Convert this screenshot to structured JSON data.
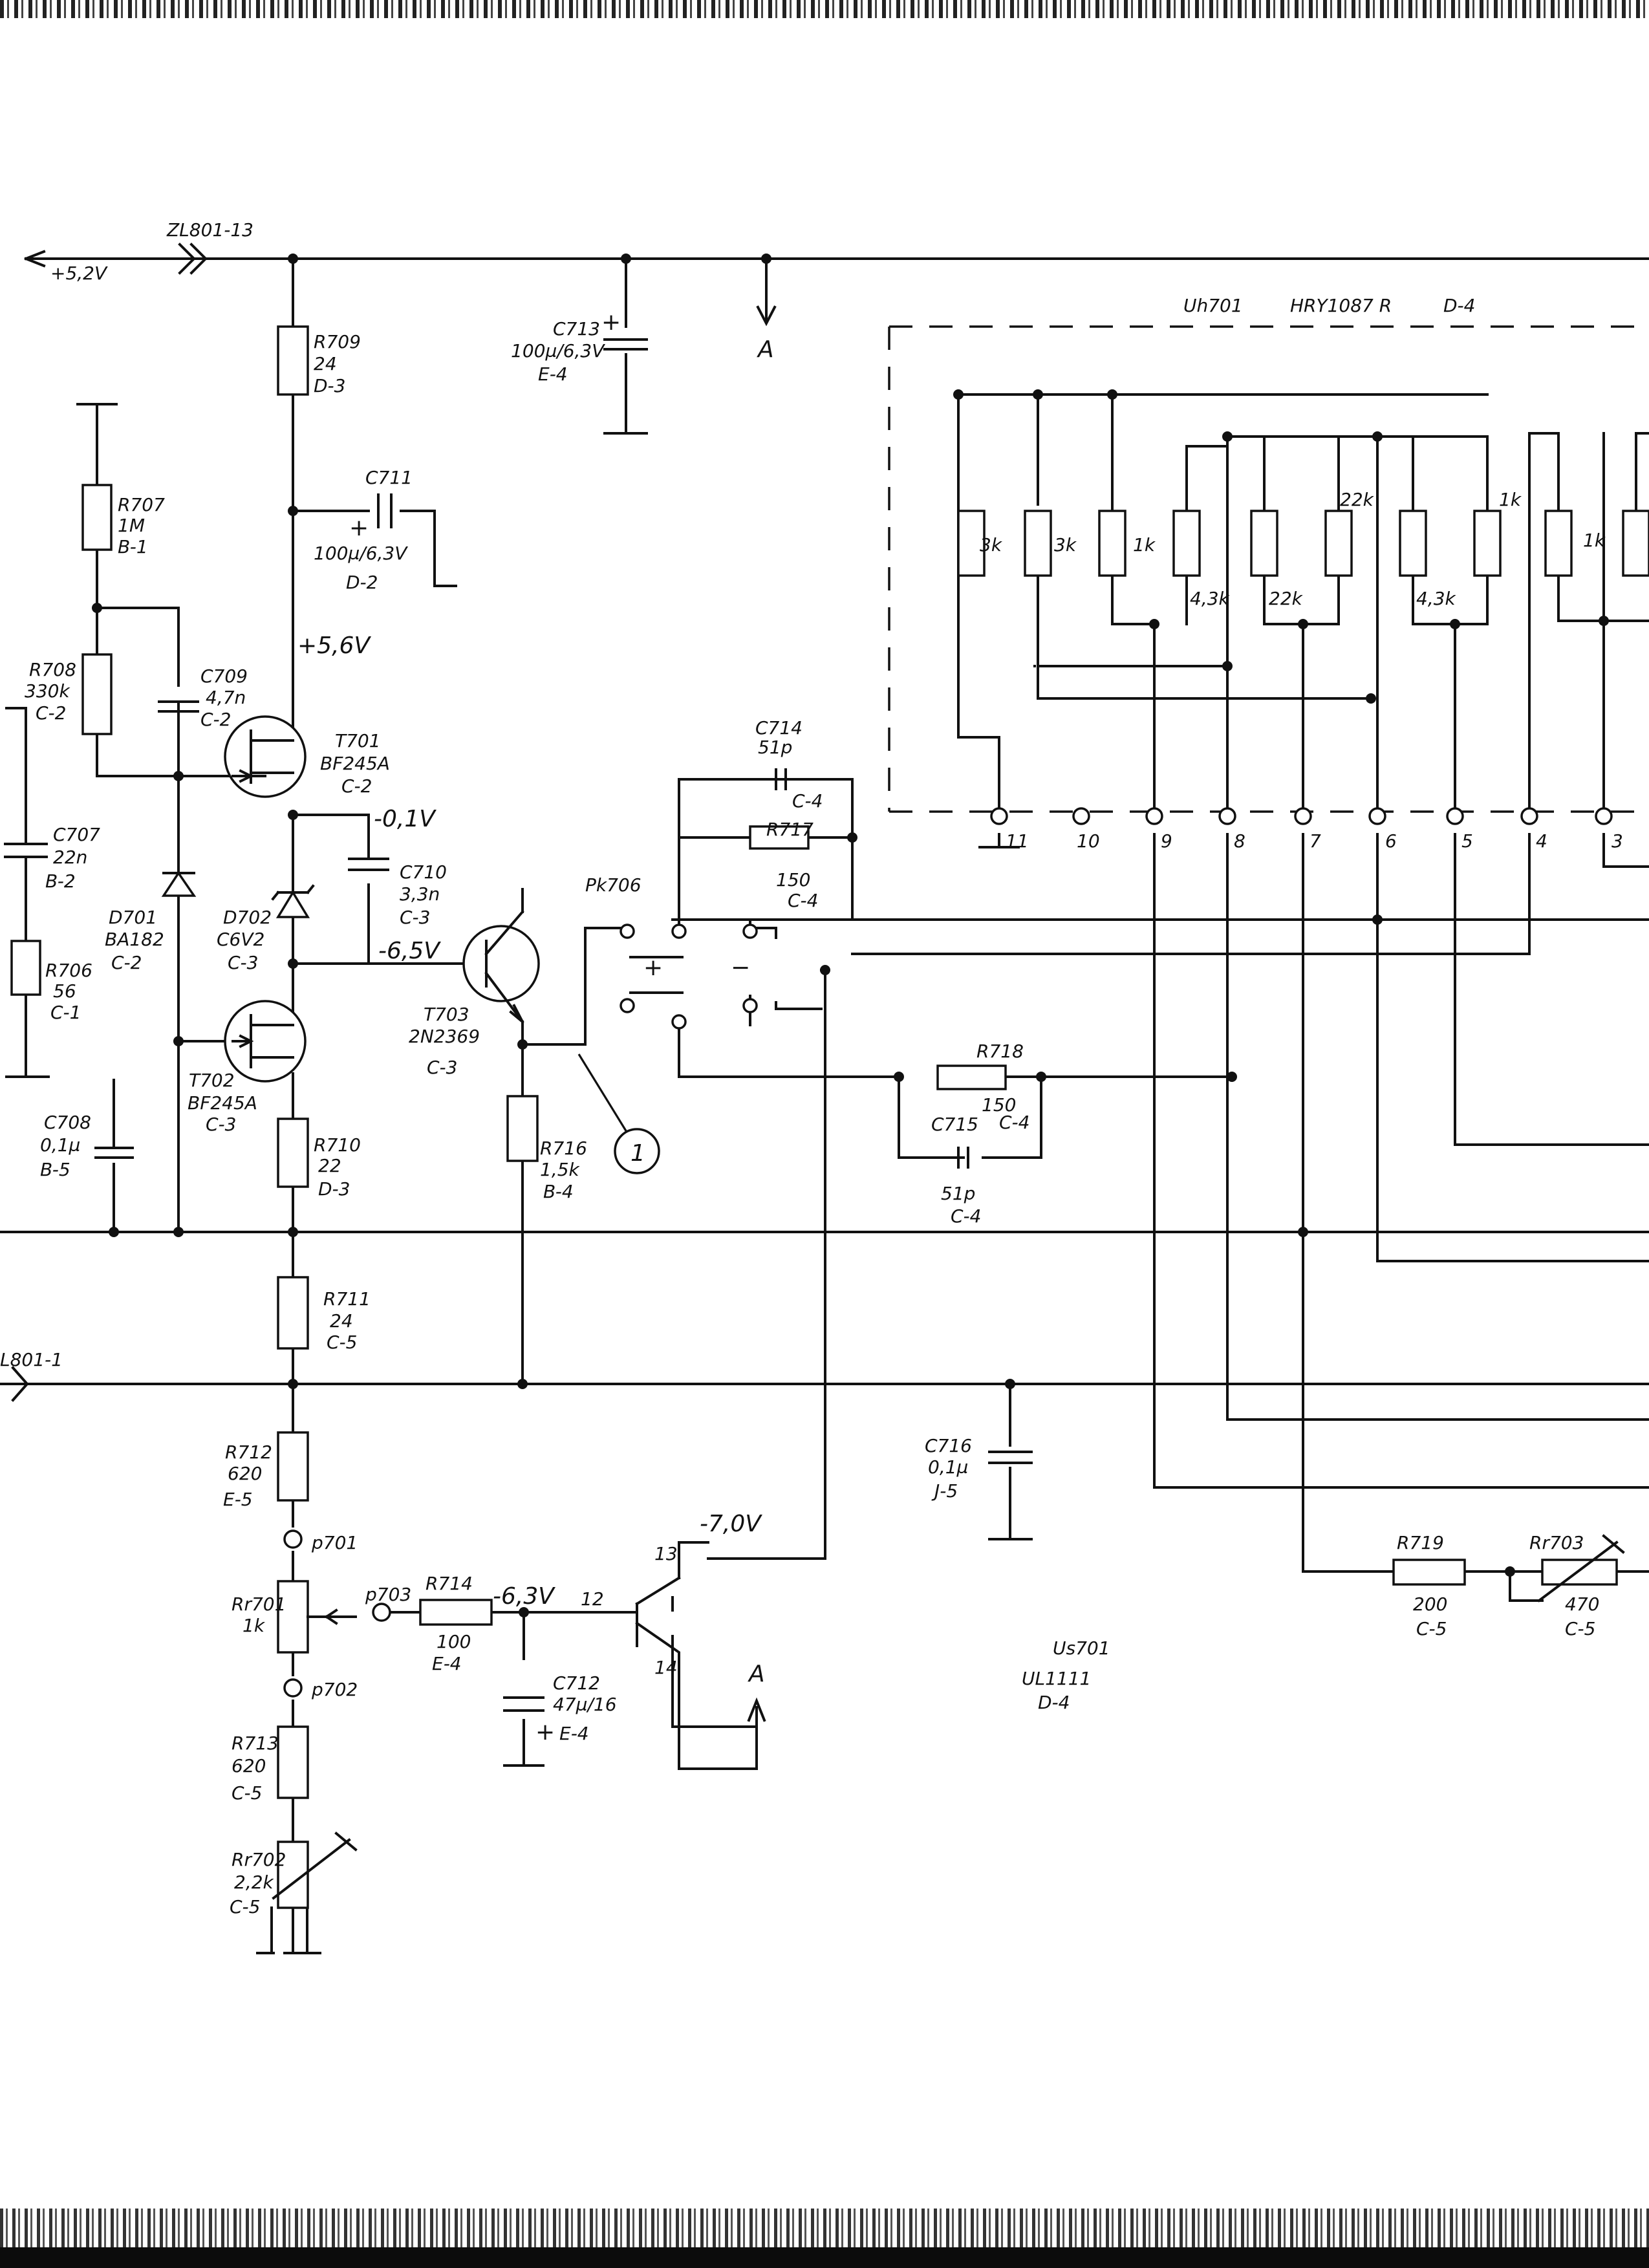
{
  "schematic": {
    "supply": {
      "connector": "ZL801-13",
      "voltage": "+5,2V",
      "marker": "A"
    },
    "ground_connector": "L801-1",
    "nodes": {
      "v56": "+5,6V",
      "v01": "-0,1V",
      "v65": "-6,5V",
      "v70": "-7,0V",
      "v63": "-6,3V",
      "marker_a": "A"
    },
    "components": {
      "R709": {
        "name": "R709",
        "value": "24",
        "ref": "D-3"
      },
      "C713": {
        "name": "C713",
        "value": "100µ/6,3V",
        "ref": "E-4"
      },
      "C711": {
        "name": "C711",
        "value": "100µ/6,3V",
        "ref": "D-2",
        "pol": "+"
      },
      "R707": {
        "name": "R707",
        "value": "1M",
        "ref": "B-1"
      },
      "R708": {
        "name": "R708",
        "value": "330k",
        "ref": "C-2"
      },
      "C709": {
        "name": "C709",
        "value": "4,7n",
        "ref": "C-2"
      },
      "T701": {
        "name": "T701",
        "value": "BF245A",
        "ref": "C-2"
      },
      "C707": {
        "name": "C707",
        "value": "22n",
        "ref": "B-2"
      },
      "R706": {
        "name": "R706",
        "value": "56",
        "ref": "C-1"
      },
      "D701": {
        "name": "D701",
        "value": "BA182",
        "ref": "C-2"
      },
      "D702": {
        "name": "D702",
        "value": "C6V2",
        "ref": "C-3"
      },
      "C710": {
        "name": "C710",
        "value": "3,3n",
        "ref": "C-3"
      },
      "T702": {
        "name": "T702",
        "value": "BF245A",
        "ref": "C-3"
      },
      "T703": {
        "name": "T703",
        "value": "2N2369",
        "ref": "C-3"
      },
      "C708": {
        "name": "C708",
        "value": "0,1µ",
        "ref": "B-5"
      },
      "R710": {
        "name": "R710",
        "value": "22",
        "ref": "D-3"
      },
      "R716": {
        "name": "R716",
        "value": "1,5k",
        "ref": "B-4"
      },
      "C714": {
        "name": "C714",
        "value": "51p",
        "ref": "C-4"
      },
      "R717": {
        "name": "R717",
        "value": "150",
        "ref": "C-4"
      },
      "Pk706": {
        "name": "Pk706"
      },
      "R718": {
        "name": "R718",
        "value": "150",
        "ref": "C-4"
      },
      "C715": {
        "name": "C715",
        "value": "51p",
        "ref": "C-4"
      },
      "R711": {
        "name": "R711",
        "value": "24",
        "ref": "C-5"
      },
      "C716": {
        "name": "C716",
        "value": "0,1µ",
        "ref": "J-5"
      },
      "R712": {
        "name": "R712",
        "value": "620",
        "ref": "E-5"
      },
      "Rr701": {
        "name": "Rr701",
        "value": "1k"
      },
      "R714": {
        "name": "R714",
        "value": "100",
        "ref": "E-4"
      },
      "C712": {
        "name": "C712",
        "value": "47µ/16",
        "ref": "E-4",
        "pol": "+"
      },
      "R713": {
        "name": "R713",
        "value": "620",
        "ref": "C-5"
      },
      "Rr702": {
        "name": "Rr702",
        "value": "2,2k",
        "ref": "C-5"
      },
      "R719": {
        "name": "R719",
        "value": "200",
        "ref": "C-5"
      },
      "Rr703": {
        "name": "Rr703",
        "value": "470",
        "ref": "C-5"
      },
      "Us701": {
        "name": "Us701",
        "value": "UL1111",
        "ref": "D-4"
      }
    },
    "test_points": {
      "p701": "p701",
      "p702": "p702",
      "p703": "p703"
    },
    "callout": "1",
    "switch_symbols": {
      "plus": "+",
      "minus": "−"
    },
    "ic_pins": {
      "p12": "12",
      "p13": "13",
      "p14": "14"
    },
    "module": {
      "title_name": "Uh701",
      "title_part": "HRY1087 R",
      "title_ref": "D-4",
      "resistors": [
        "3k",
        "3k",
        "1k",
        "4,3k",
        "22k",
        "22k",
        "4,3k",
        "1k",
        "1k"
      ],
      "pins": [
        "11",
        "10",
        "9",
        "8",
        "7",
        "6",
        "5",
        "4",
        "3"
      ]
    }
  }
}
